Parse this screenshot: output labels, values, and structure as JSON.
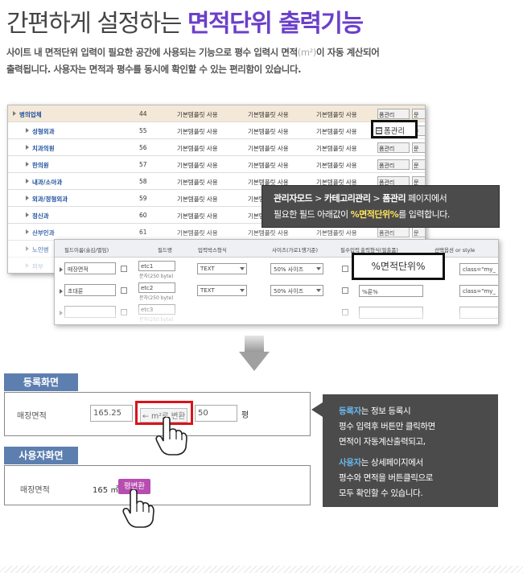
{
  "header": {
    "title_plain": "간편하게 설정하는",
    "title_accent": "면적단위 출력기능",
    "desc_line1_a": "사이트 내 면적단위 입력이 필요한 공간에 사용되는 기능으로 평수 입력시 면적",
    "desc_line1_unit": "(m²)",
    "desc_line1_b": "이 자동 계산되어",
    "desc_line2": "출력됩니다. 사용자는 면적과 평수를 동시에 확인할 수 있는 편리함이 있습니다."
  },
  "admin_table": {
    "rows": [
      {
        "name": "병의업체",
        "num": "44",
        "c1": "기본템플릿 사용",
        "c2": "기본템플릿 사용",
        "c3": "기본템플릿 사용",
        "btn": "폼관리",
        "btn2": "문"
      },
      {
        "name": "성형외과",
        "num": "55",
        "c1": "기본템플릿 사용",
        "c2": "기본템플릿 사용",
        "c3": "기본템플릿 사용",
        "btn": "폼관리",
        "btn2": "문"
      },
      {
        "name": "치과의원",
        "num": "56",
        "c1": "기본템플릿 사용",
        "c2": "기본템플릿 사용",
        "c3": "기본템플릿 사용",
        "btn": "폼관리",
        "btn2": "문"
      },
      {
        "name": "한의원",
        "num": "57",
        "c1": "기본템플릿 사용",
        "c2": "기본템플릿 사용",
        "c3": "기본템플릿 사용",
        "btn": "폼관리",
        "btn2": "문"
      },
      {
        "name": "내과/소아과",
        "num": "58",
        "c1": "기본템플릿 사용",
        "c2": "기본템플릿 사용",
        "c3": "기본템플릿 사용",
        "btn": "폼관리",
        "btn2": "문"
      },
      {
        "name": "외과/정형외과",
        "num": "59",
        "c1": "기본템플릿 사용",
        "c2": "기본템플릿 사용",
        "c3": "기본템플릿 사용",
        "btn": "폼관리",
        "btn2": "문"
      },
      {
        "name": "정신과",
        "num": "60",
        "c1": "기본템플릿 사용",
        "c2": "기본템플릿 사용",
        "c3": "기본템플릿 사용",
        "btn": "폼관리",
        "btn2": "문"
      },
      {
        "name": "산부인과",
        "num": "61",
        "c1": "기본템플릿 사용",
        "c2": "기본템플릿 사용",
        "c3": "기본템플릿 사용",
        "btn": "폼관리",
        "btn2": "문"
      },
      {
        "name": "노인병",
        "num": "",
        "c1": "",
        "c2": "",
        "c3": "",
        "btn": "",
        "btn2": ""
      },
      {
        "name": "피부",
        "num": "",
        "c1": "",
        "c2": "",
        "c3": "",
        "btn": "",
        "btn2": ""
      }
    ],
    "highlight_button": "폼관리"
  },
  "tooltip": {
    "part1": "관리자모드",
    "sep1": " > ",
    "part2": "카테고리관리",
    "sep2": " > ",
    "part3": "폼관리",
    "part4": " 페이지에서",
    "line2_a": "필요한 필드 아래값이 ",
    "line2_code": "%면적단위%",
    "line2_b": "를 입력합니다."
  },
  "field_editor": {
    "headers": [
      "필드이름(술김/별임)",
      "필드명",
      "입력박스형식",
      "사이즈(가로1행기준)",
      "필수입력",
      "출력형식(필출폼)",
      "선택옵션 or style"
    ],
    "rows": [
      {
        "name": "매장면적",
        "field": "etc1",
        "sub": "문자(250 byte)",
        "type": "TEXT",
        "size": "50% 사이즈",
        "format": "",
        "style": "class=\"my_"
      },
      {
        "name": "초대룬",
        "field": "etc2",
        "sub": "문자(250 byte)",
        "type": "TEXT",
        "size": "50% 사이즈",
        "format": "%룬%",
        "style": "class=\"my_"
      },
      {
        "name": "",
        "field": "etc3",
        "sub": "문자(250 byte)",
        "type": "",
        "size": "",
        "format": "",
        "style": ""
      }
    ],
    "highlight_value": "%면적단위%"
  },
  "registration": {
    "tab_label": "등록화면",
    "field_label": "매장면적",
    "area_value": "165.25",
    "convert_button": "← m²로 변환",
    "pyeong_value": "50",
    "unit": "평"
  },
  "user_view": {
    "tab_label": "사용자화면",
    "field_label": "매장면적",
    "value": "165 ㎡",
    "button": "평변환"
  },
  "info": {
    "p1_lead": "등록자",
    "p1_line1": "는 정보 등록시",
    "p1_line2": "평수 입력후 버튼만 클릭하면",
    "p1_line3": "면적이 자동계산출력되고,",
    "p2_lead": "사용자",
    "p2_line1": "는 상세페이지에서",
    "p2_line2": "평수와 면적을 버튼클릭으로",
    "p2_line3": "모두 확인할 수 있습니다."
  },
  "colors": {
    "accent": "#6b3fc9",
    "tab_blue": "#5c7fb0",
    "highlight_red": "#d8141b",
    "dark_box": "#4b4b4b",
    "info_lead": "#6ab8ec",
    "code_yellow": "#ffe35a",
    "user_button": "#b74cb1"
  }
}
